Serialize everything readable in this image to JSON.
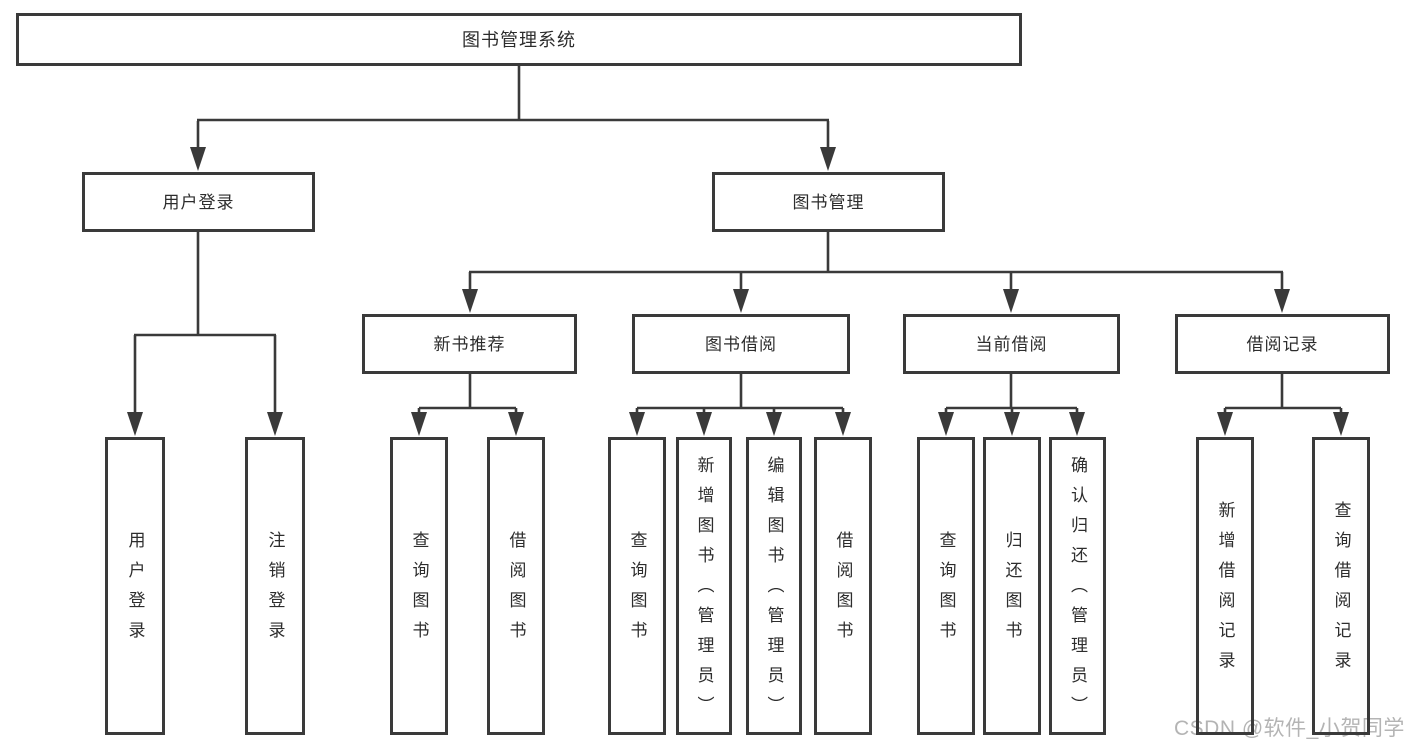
{
  "tree": {
    "root": {
      "label": "图书管理系统",
      "children": [
        {
          "label": "用户登录",
          "children": [
            {
              "label": "用户登录"
            },
            {
              "label": "注销登录"
            }
          ]
        },
        {
          "label": "图书管理",
          "children": [
            {
              "label": "新书推荐",
              "children": [
                {
                  "label": "查询图书"
                },
                {
                  "label": "借阅图书"
                }
              ]
            },
            {
              "label": "图书借阅",
              "children": [
                {
                  "label": "查询图书"
                },
                {
                  "label": "新增图书（管理员）"
                },
                {
                  "label": "编辑图书（管理员）"
                },
                {
                  "label": "借阅图书"
                }
              ]
            },
            {
              "label": "当前借阅",
              "children": [
                {
                  "label": "查询图书"
                },
                {
                  "label": "归还图书"
                },
                {
                  "label": "确认归还（管理员）"
                }
              ]
            },
            {
              "label": "借阅记录",
              "children": [
                {
                  "label": "新增借阅记录"
                },
                {
                  "label": "查询借阅记录"
                }
              ]
            }
          ]
        }
      ]
    }
  },
  "watermark": {
    "text": "CSDN @软件_小贺同学"
  },
  "colors": {
    "line": "#3a3a3a",
    "box_border": "#3a3a3a",
    "box_background": "#ffffff",
    "text": "#2d2d2d",
    "watermark": "#b4b4b4",
    "background": "#ffffff"
  }
}
